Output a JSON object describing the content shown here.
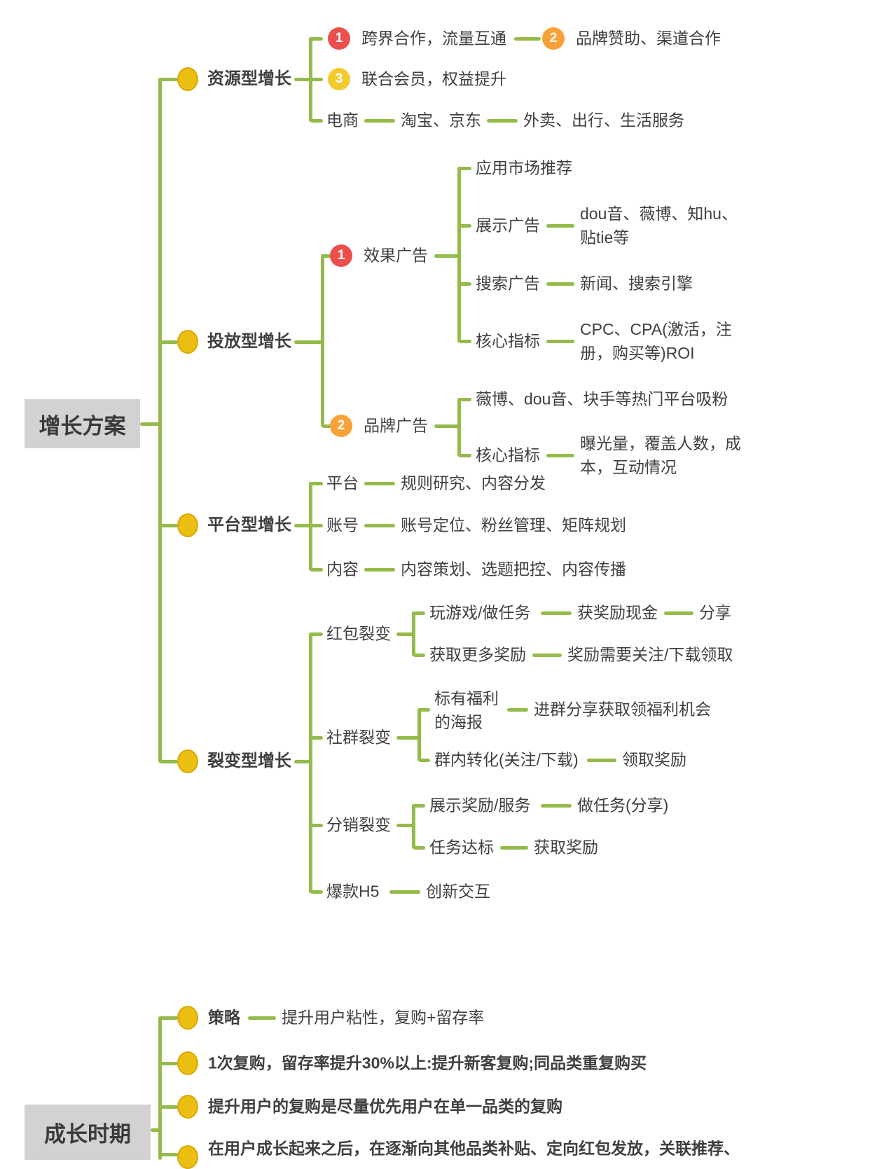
{
  "colors": {
    "branch": "#94bb4a",
    "text": "#3f3f3f",
    "gold": "#eabf12",
    "gold-border": "#d9a907",
    "badge-red": "#ea4f4b",
    "badge-orange": "#f8a138",
    "badge-yellow": "#f2cb2e",
    "root-bg": "#d2d2d2",
    "root-text": "#3a3a3a",
    "bg": "#ffffff"
  },
  "map1": {
    "title": "增长方案",
    "resource": {
      "label": "资源型增长",
      "row1": {
        "num1": "1",
        "a": "跨界合作，流量互通",
        "num2": "2",
        "b": "品牌赞助、渠道合作"
      },
      "row2": {
        "num": "3",
        "a": "联合会员，权益提升"
      },
      "row3": {
        "a": "电商",
        "b": "淘宝、京东",
        "c": "外卖、出行、生活服务"
      }
    },
    "ads": {
      "label": "投放型增长",
      "effect": {
        "num": "1",
        "label": "效果广告",
        "row1": {
          "a": "应用市场推荐"
        },
        "row2": {
          "a": "展示广告",
          "b": "dou音、薇博、知hu、贴tie等"
        },
        "row3": {
          "a": "搜索广告",
          "b": "新闻、搜索引擎"
        },
        "row4": {
          "a": "核心指标",
          "b": "CPC、CPA(激活，注册，购买等)ROI"
        }
      },
      "brand": {
        "num": "2",
        "label": "品牌广告",
        "row1": {
          "a": "薇博、dou音、块手等热门平台吸粉"
        },
        "row2": {
          "a": "核心指标",
          "b": "曝光量，覆盖人数，成本，互动情况"
        }
      }
    },
    "platform": {
      "label": "平台型增长",
      "row1": {
        "a": "平台",
        "b": "规则研究、内容分发"
      },
      "row2": {
        "a": "账号",
        "b": "账号定位、粉丝管理、矩阵规划"
      },
      "row3": {
        "a": "内容",
        "b": "内容策划、选题把控、内容传播"
      }
    },
    "fission": {
      "label": "裂变型增长",
      "redpacket": {
        "label": "红包裂变",
        "row1": {
          "a": "玩游戏/做任务",
          "b": "获奖励现金",
          "c": "分享"
        },
        "row2": {
          "a": "获取更多奖励",
          "b": "奖励需要关注/下载领取"
        }
      },
      "community": {
        "label": "社群裂变",
        "row1": {
          "a": "标有福利的海报",
          "b": "进群分享获取领福利机会"
        },
        "row2": {
          "a": "群内转化(关注/下载)",
          "b": "领取奖励"
        }
      },
      "distribution": {
        "label": "分销裂变",
        "row1": {
          "a": "展示奖励/服务",
          "b": "做任务(分享)"
        },
        "row2": {
          "a": "任务达标",
          "b": "获取奖励"
        }
      },
      "h5": {
        "a": "爆款H5",
        "b": "创新交互"
      }
    }
  },
  "map2": {
    "title": "成长时期",
    "row1": {
      "a": "策略",
      "b": "提升用户粘性，复购+留存率"
    },
    "row2": {
      "a": "1次复购，留存率提升30%以上:提升新客复购;同品类重复购买"
    },
    "row3": {
      "a": "提升用户的复购是尽量优先用户在单一品类的复购"
    },
    "row4": {
      "a": "在用户成长起来之后，在逐渐向其他品类补贴、定向红包发放，关联推荐、"
    }
  }
}
